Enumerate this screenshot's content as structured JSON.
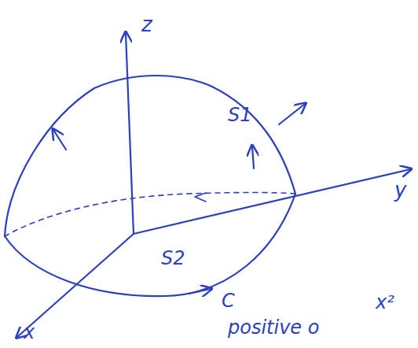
{
  "diagram": {
    "labels": [
      "z",
      "S1",
      "y",
      "S2",
      "C",
      "x",
      "x²",
      "positive o"
    ]
  }
}
